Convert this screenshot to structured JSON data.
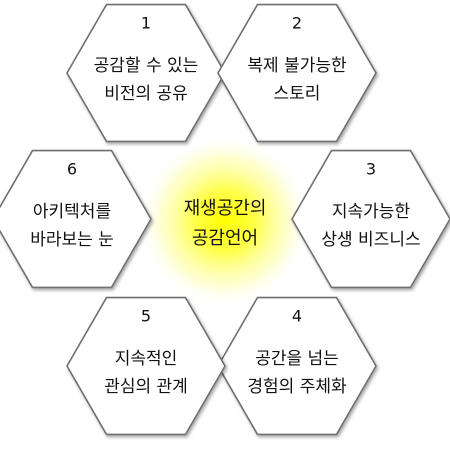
{
  "center": {
    "lines": [
      "재생공간의",
      "공감언어"
    ]
  },
  "items": [
    {
      "number": "1",
      "lines": [
        "공감할 수 있는",
        "비전의 공유"
      ]
    },
    {
      "number": "2",
      "lines": [
        "복제 불가능한",
        "스토리"
      ]
    },
    {
      "number": "3",
      "lines": [
        "지속가능한",
        "상생 비즈니스"
      ]
    },
    {
      "number": "4",
      "lines": [
        "공간을 넘는",
        "경험의 주체화"
      ]
    },
    {
      "number": "5",
      "lines": [
        "지속적인",
        "관심의 관계"
      ]
    },
    {
      "number": "6",
      "lines": [
        "아키텍처를",
        "바라보는 눈"
      ]
    }
  ],
  "colors": {
    "hex_fill_light": "#ffffff",
    "hex_fill_dark": "#cfcfcf",
    "hex_stroke": "#6f6f6f",
    "center_glow": "#ffff00",
    "text": "#111111"
  }
}
